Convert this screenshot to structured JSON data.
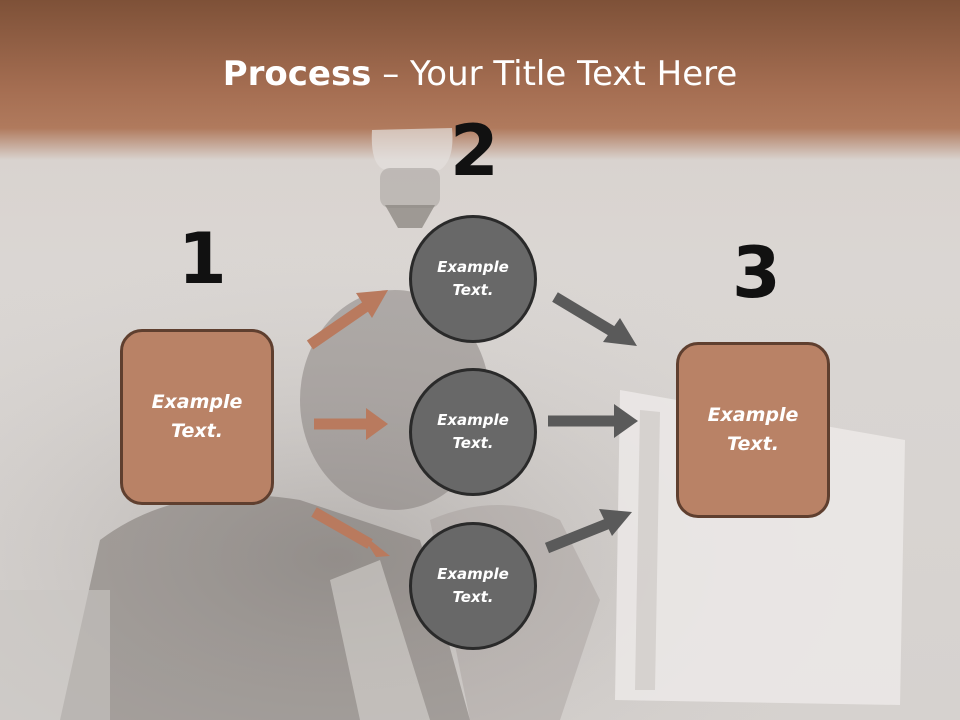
{
  "title": {
    "bold": "Process",
    "rest": " – Your Title Text Here"
  },
  "steps": [
    {
      "number": "1",
      "text": "Example\nText."
    },
    {
      "number": "2",
      "circles": [
        "Example\nText.",
        "Example\nText.",
        "Example\nText."
      ]
    },
    {
      "number": "3",
      "text": "Example\nText."
    }
  ],
  "colors": {
    "box_fill": "#b98266",
    "circle_fill": "#686868",
    "accent_arrow": "#b97a5e",
    "gray_arrow": "#5a5a5a"
  }
}
